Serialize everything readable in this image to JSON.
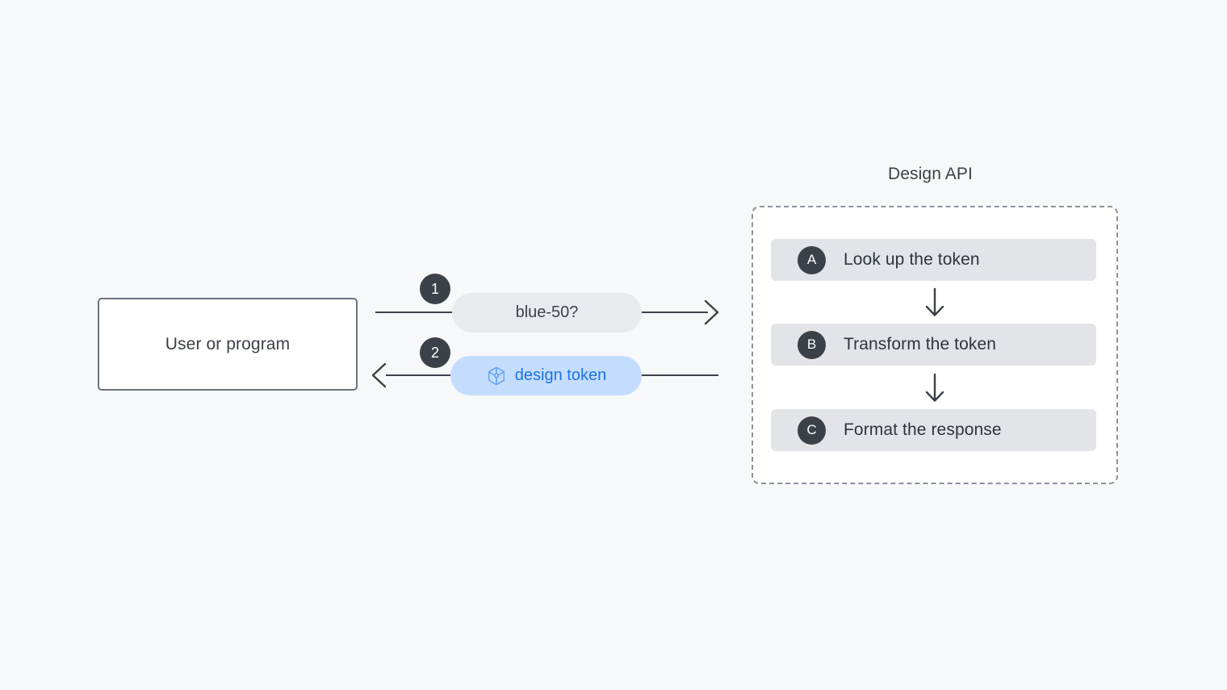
{
  "diagram": {
    "actor": {
      "label": "User or program"
    },
    "messages": [
      {
        "step": "1",
        "text": "blue-50?",
        "direction": "request",
        "icon": ""
      },
      {
        "step": "2",
        "text": "design token",
        "direction": "response",
        "icon": "cube-icon"
      }
    ],
    "api_group": {
      "title": "Design API",
      "steps": [
        {
          "badge": "A",
          "label": "Look up the token"
        },
        {
          "badge": "B",
          "label": "Transform the token"
        },
        {
          "badge": "C",
          "label": "Format the response"
        }
      ],
      "connector_icon": "arrow-down-icon"
    },
    "colors": {
      "background": "#f7f8fa",
      "stroke": "#3c4149",
      "badge": "#3b4149",
      "request_bubble": "#e9eaed",
      "response_bubble": "#c5ddfd",
      "response_text": "#1a73e8",
      "step_row": "#e2e4e8",
      "panel_border": "#8a939e"
    }
  }
}
